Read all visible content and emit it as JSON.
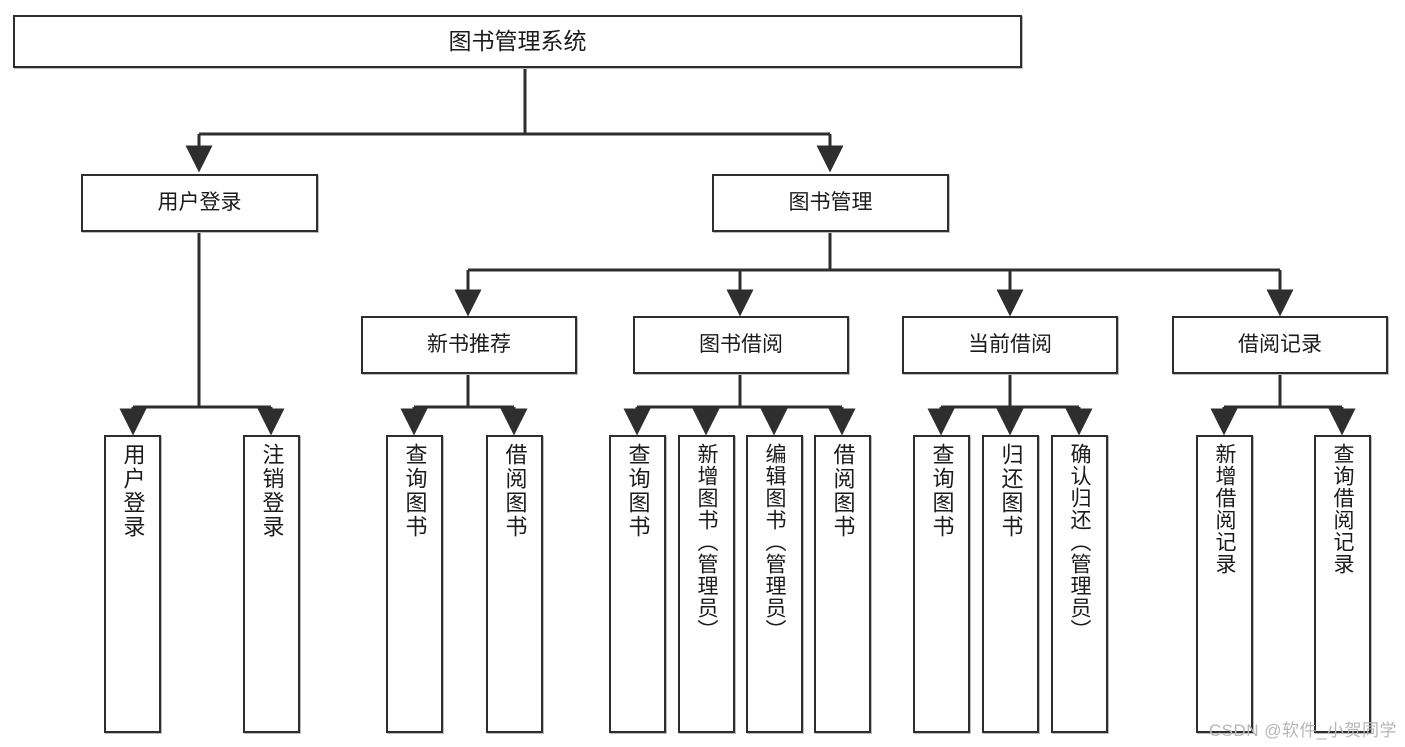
{
  "diagram": {
    "title": "图书管理系统",
    "watermark": "CSDN @软件_小贺同学",
    "line_color": "#2e2e2e",
    "box_fill": "#ffffff",
    "text_color": "#1b1b1b",
    "watermark_color": "#b6b6b6"
  },
  "root": {
    "label": "图书管理系统"
  },
  "level2": [
    {
      "label": "用户登录"
    },
    {
      "label": "图书管理"
    }
  ],
  "level3": [
    {
      "label": "新书推荐"
    },
    {
      "label": "图书借阅"
    },
    {
      "label": "当前借阅"
    },
    {
      "label": "借阅记录"
    }
  ],
  "leaves": {
    "user_login": [
      {
        "label": "用户登录"
      },
      {
        "label": "注销登录"
      }
    ],
    "new_book_recommend": [
      {
        "label": "查询图书"
      },
      {
        "label": "借阅图书"
      }
    ],
    "book_borrow": [
      {
        "label": "查询图书"
      },
      {
        "label": "新增图书（管理员）"
      },
      {
        "label": "编辑图书（管理员）"
      },
      {
        "label": "借阅图书"
      }
    ],
    "current_borrow": [
      {
        "label": "查询图书"
      },
      {
        "label": "归还图书"
      },
      {
        "label": "确认归还（管理员）"
      }
    ],
    "borrow_record": [
      {
        "label": "新增借阅记录"
      },
      {
        "label": "查询借阅记录"
      }
    ]
  }
}
